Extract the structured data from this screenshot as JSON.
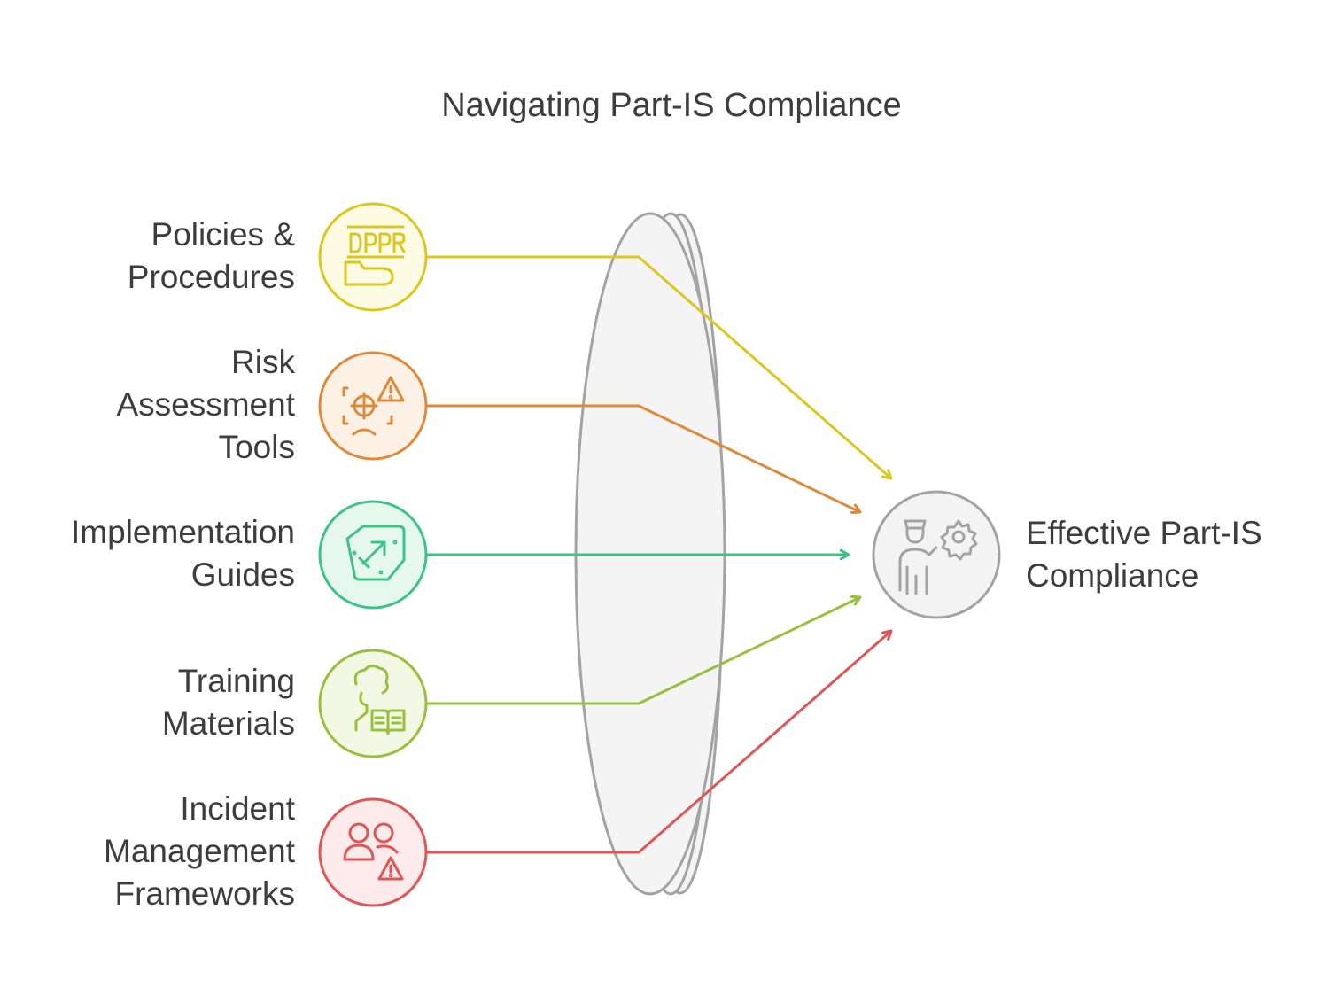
{
  "title": "Navigating Part-IS Compliance",
  "inputs": [
    {
      "label": "Policies &\nProcedures",
      "icon": "gdpr-document-icon",
      "stroke": "#dcc722",
      "fill": "#fdfbe3",
      "arrow": "#dcc722"
    },
    {
      "label": "Risk\nAssessment\nTools",
      "icon": "risk-assessment-icon",
      "stroke": "#df8a3a",
      "fill": "#fdf0e4",
      "arrow": "#df8a3a"
    },
    {
      "label": "Implementation\nGuides",
      "icon": "guide-arrow-icon",
      "stroke": "#3cc486",
      "fill": "#e6f8ee",
      "arrow": "#3cc486"
    },
    {
      "label": "Training\nMaterials",
      "icon": "reading-person-icon",
      "stroke": "#96c03d",
      "fill": "#f2f8e3",
      "arrow": "#96c03d"
    },
    {
      "label": "Incident\nManagement\nFrameworks",
      "icon": "incident-people-warning-icon",
      "stroke": "#e05555",
      "fill": "#fdeaea",
      "arrow": "#e05555"
    }
  ],
  "output": {
    "label": "Effective Part-IS\nCompliance",
    "icon": "officer-gear-icon",
    "stroke": "#a3a3a3",
    "fill": "#f3f3f3"
  },
  "lens": {
    "stroke": "#a3a3a3",
    "fill": "#f4f4f4"
  }
}
